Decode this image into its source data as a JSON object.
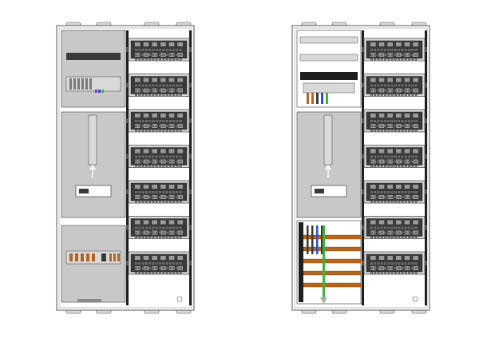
{
  "figure": {
    "panels": [
      {
        "id": "left-cabinet",
        "variant": "closed-covers"
      },
      {
        "id": "right-cabinet",
        "variant": "open-wiring"
      }
    ],
    "module_rows_per_panel": 7,
    "colors": {
      "outline": "#555555",
      "frame": "#9a9a9a",
      "panel_fill": "#c8c8c8",
      "panel_light": "#d9d9d9",
      "module_dark": "#3a3a3a",
      "rail_black": "#1e1e1e",
      "busbar_brown": "#b5651d",
      "wire_green": "#3cb43c",
      "wire_blue": "#2a4fd6",
      "wire_purple": "#7a3fbf",
      "background": "#ffffff"
    }
  }
}
